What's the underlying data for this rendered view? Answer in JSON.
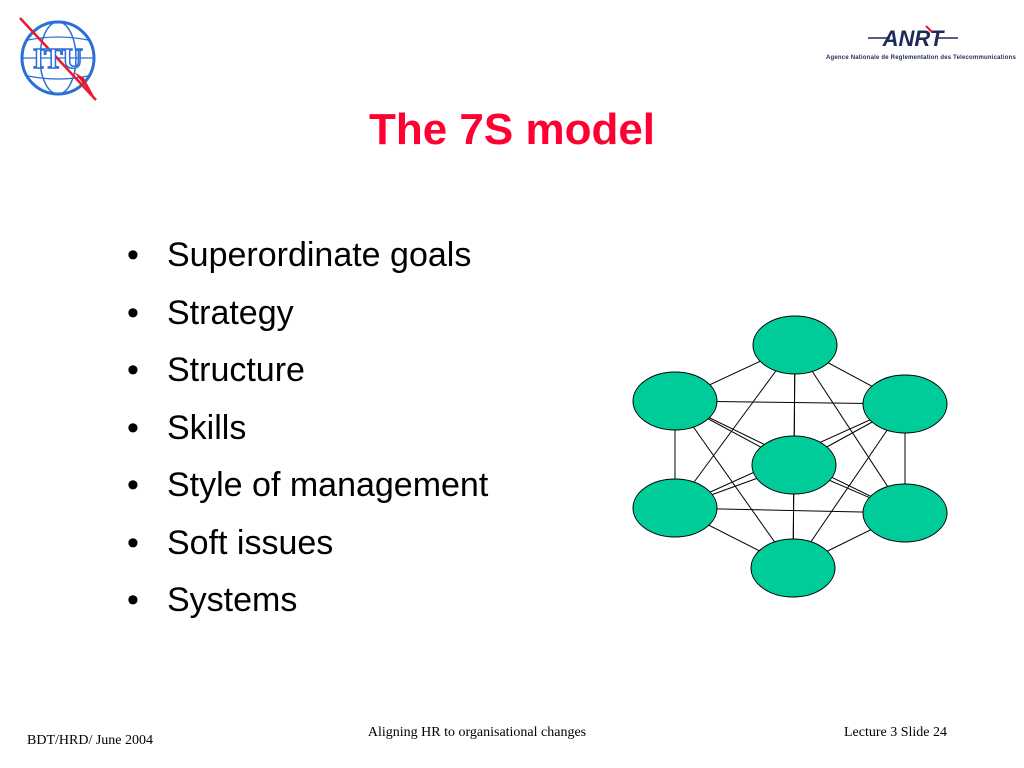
{
  "header": {
    "itu_logo_text": "ITU",
    "anrt_logo_text": "ANRT",
    "anrt_full_name": "Agence Nationale de Reglementation des Telecommunications"
  },
  "slide": {
    "title": "The 7S model",
    "bullet_glyph": "•",
    "bullets": [
      "Superordinate goals",
      "Strategy",
      "Structure",
      "Skills",
      "Style of management",
      "Soft issues",
      "Systems"
    ]
  },
  "diagram": {
    "node_count": 7,
    "node_color": "#00cc99",
    "node_labels": []
  },
  "footer": {
    "left": "BDT/HRD/ June 2004",
    "center": "Aligning HR to organisational changes",
    "right": "Lecture 3 Slide 24"
  },
  "colors": {
    "title": "#ff0033",
    "itu_blue": "#2a6fd6",
    "itu_red": "#e8192c",
    "anrt_navy": "#1f2a5a"
  }
}
